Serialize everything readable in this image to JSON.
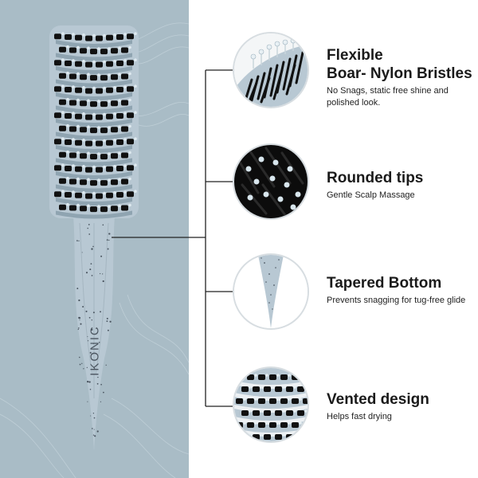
{
  "brand": {
    "logo_text": "IKONIC"
  },
  "features": [
    {
      "title_line1": "Flexible",
      "title_line2": "Boar- Nylon Bristles",
      "description": "No Snags, static free shine and polished look.",
      "icon": "bristles-closeup-icon"
    },
    {
      "title_line1": "Rounded tips",
      "title_line2": "",
      "description": "Gentle Scalp Massage",
      "icon": "rounded-tips-closeup-icon"
    },
    {
      "title_line1": "Tapered Bottom",
      "title_line2": "",
      "description": "Prevents snagging for tug-free glide",
      "icon": "tapered-handle-closeup-icon"
    },
    {
      "title_line1": "Vented design",
      "title_line2": "",
      "description": "Helps fast drying",
      "icon": "vented-barrel-closeup-icon"
    }
  ],
  "colors": {
    "panel": "#a9bcc6",
    "brush_body": "#b8c8d3",
    "bristle": "#111111",
    "nylon_tip": "#dfeaf0",
    "connector": "#222222"
  }
}
